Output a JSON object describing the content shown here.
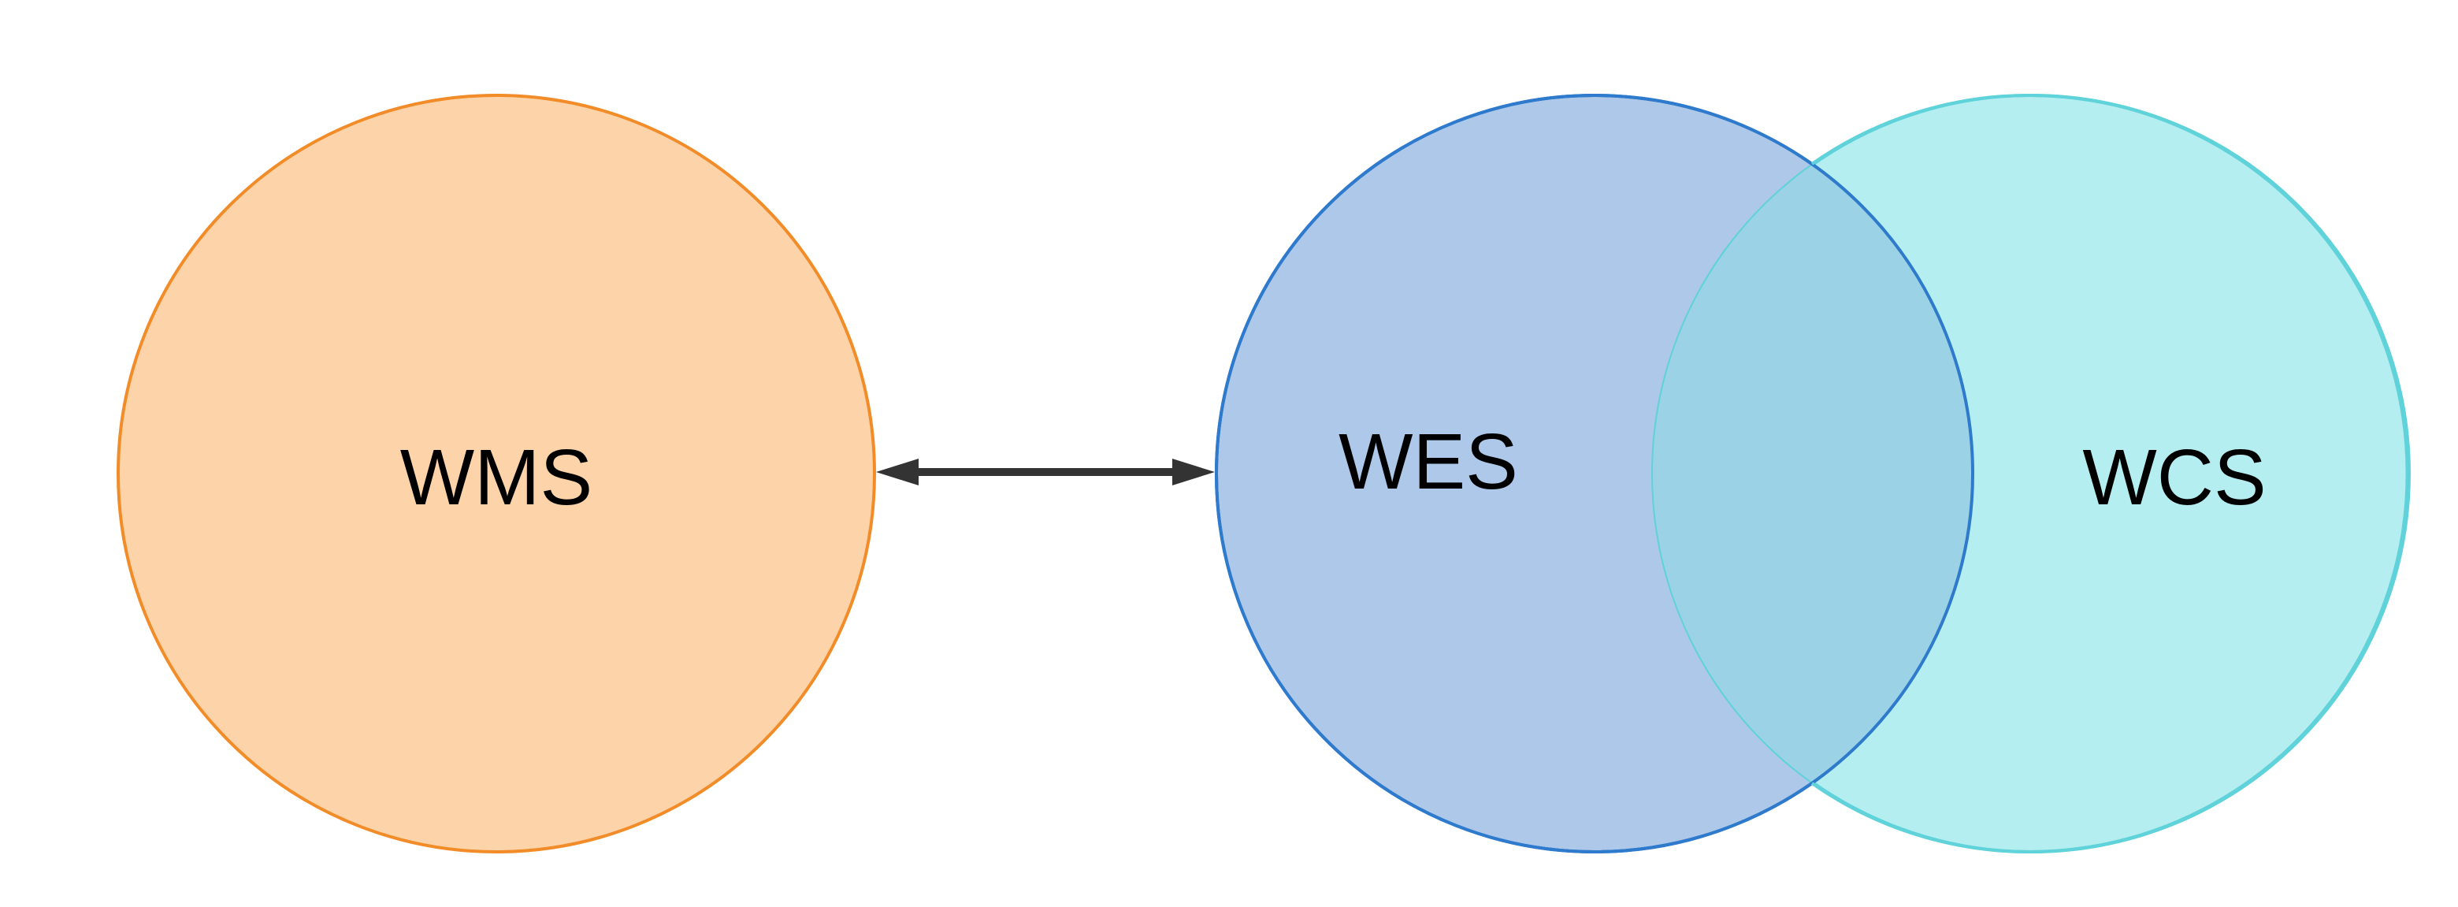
{
  "diagram": {
    "nodes": [
      {
        "id": "wms",
        "label": "WMS",
        "fill": "#fdd3aa",
        "stroke": "#f28c28"
      },
      {
        "id": "wes",
        "label": "WES",
        "fill": "#adc8e8",
        "stroke": "#2468c4"
      },
      {
        "id": "wcs",
        "label": "WCS",
        "fill": "#b4eef0",
        "stroke": "#5fd2da"
      }
    ],
    "edges": [
      {
        "from": "wms",
        "to": "wes",
        "direction": "bidirectional",
        "color": "#333333"
      }
    ],
    "overlap_color": "#9cd2e6"
  }
}
